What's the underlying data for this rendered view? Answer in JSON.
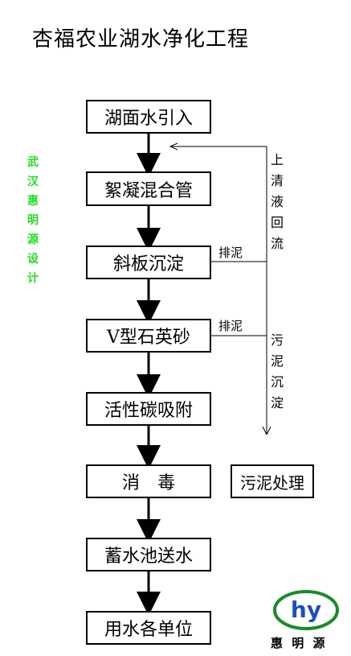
{
  "title": "杏福农业湖水净化工程",
  "side_label": "武汉惠明源设计",
  "steps": [
    "湖面水引入",
    "絮凝混合管",
    "斜板沉淀",
    "V型石英砂",
    "活性碳吸附",
    "消　毒",
    "蓄水池送水",
    "用水各单位"
  ],
  "side_box": "污泥处理",
  "discharge_1": "排泥",
  "discharge_2": "排泥",
  "return_label": "上清液回流",
  "sludge_label": "污泥沉淀",
  "logo": {
    "mark": "hy",
    "name": "惠 明 源",
    "ring_color": "#1a8a2a",
    "mark_color": "#1a4fbf"
  },
  "side_label_color": "#22dd22"
}
